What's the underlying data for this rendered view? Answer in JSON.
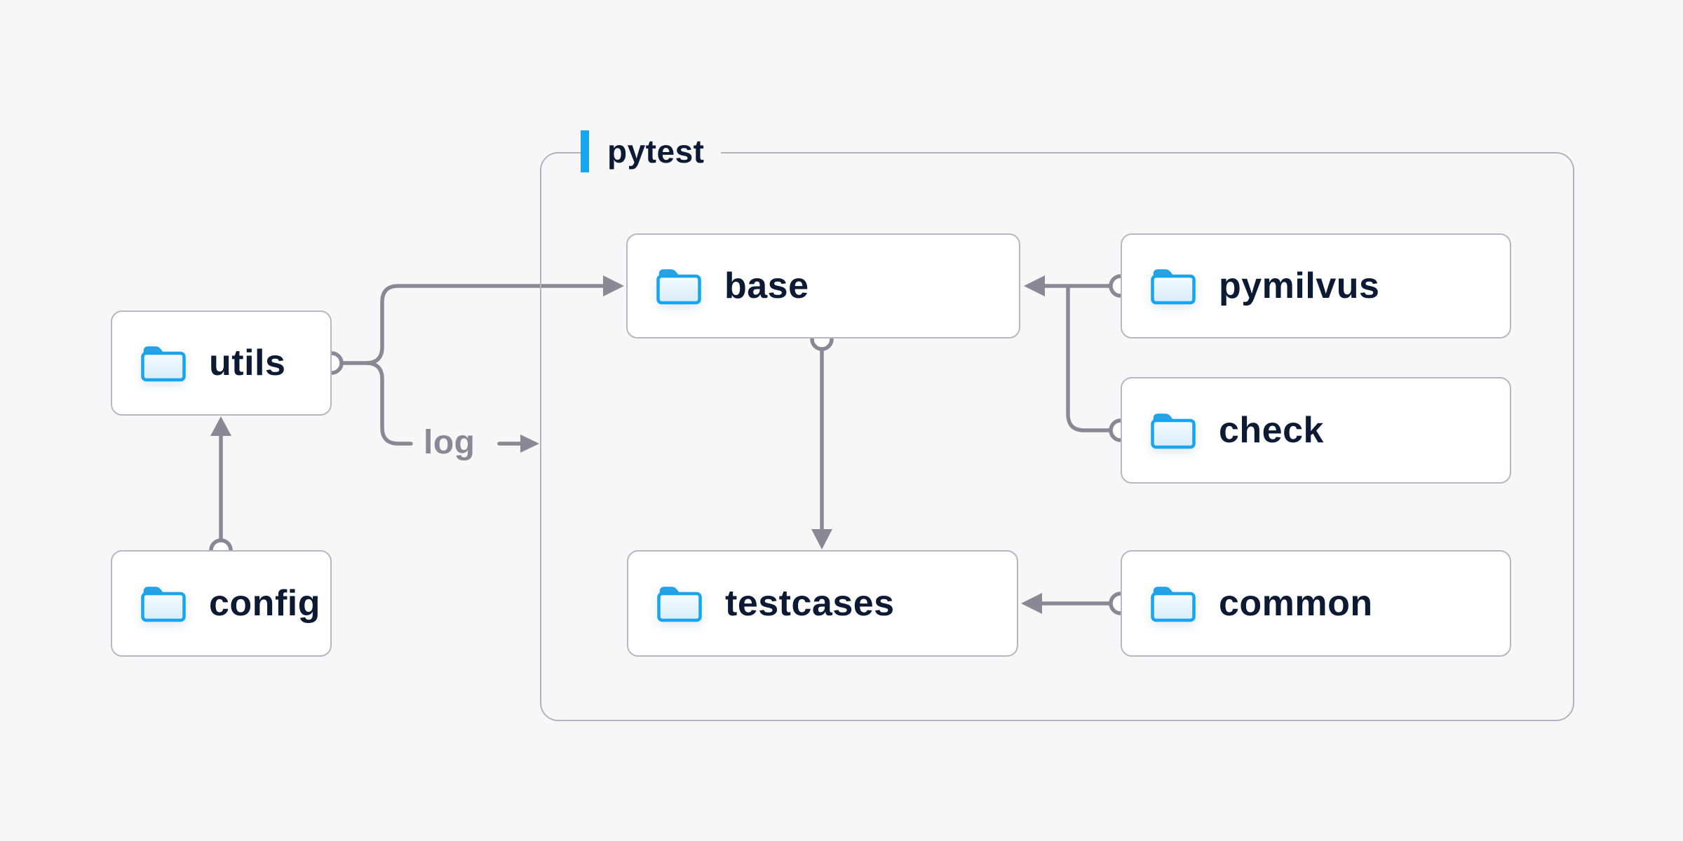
{
  "diagram": {
    "type": "folder-structure-diagram",
    "container": {
      "label": "pytest"
    },
    "nodes": {
      "utils": {
        "label": "utils",
        "icon": "folder-icon"
      },
      "config": {
        "label": "config",
        "icon": "folder-icon"
      },
      "base": {
        "label": "base",
        "icon": "folder-icon"
      },
      "pymilvus": {
        "label": "pymilvus",
        "icon": "folder-icon"
      },
      "check": {
        "label": "check",
        "icon": "folder-icon"
      },
      "testcases": {
        "label": "testcases",
        "icon": "folder-icon"
      },
      "common": {
        "label": "common",
        "icon": "folder-icon"
      }
    },
    "edge_label": "log",
    "edges": [
      {
        "from": "config",
        "to": "utils"
      },
      {
        "from": "utils",
        "to": "base"
      },
      {
        "from": "utils",
        "to": "log",
        "label": "log"
      },
      {
        "from": "pymilvus",
        "to": "base"
      },
      {
        "from": "check",
        "to": "base"
      },
      {
        "from": "base",
        "to": "testcases"
      },
      {
        "from": "common",
        "to": "testcases"
      }
    ],
    "colors": {
      "background": "#f7f7f8",
      "node_background": "#ffffff",
      "node_border": "#b7b6c3",
      "container_border": "#b3b2bf",
      "wire_gray": "#8a8894",
      "text_navy": "#0d1a33",
      "accent_blue": "#18a7ee",
      "folder_stroke": "#18a4ee",
      "folder_tab": "#2fa0e0",
      "folder_fill_top": "#f6fbff",
      "folder_fill_bottom": "#d7ecfa"
    }
  }
}
